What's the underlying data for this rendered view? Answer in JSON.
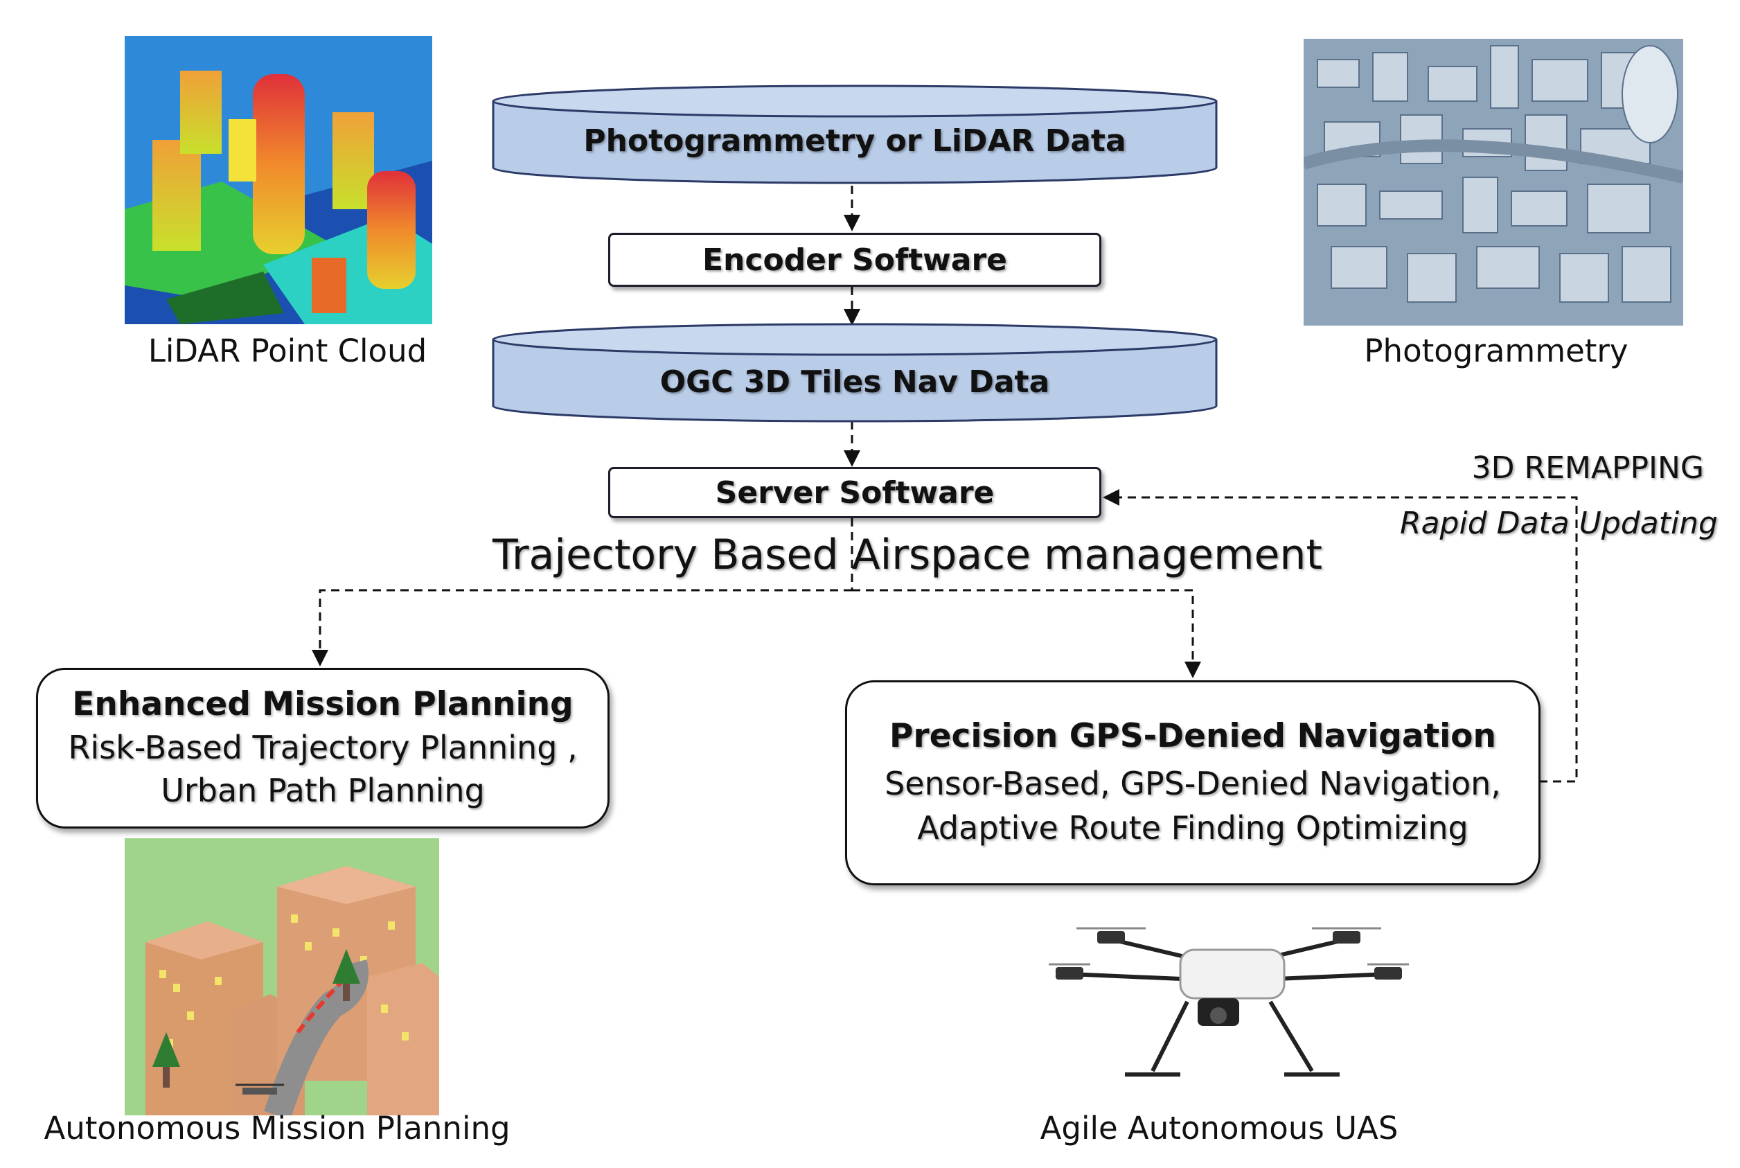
{
  "images": {
    "lidar_caption": "LiDAR Point Cloud",
    "photogrammetry_caption": "Photogrammetry",
    "mission_caption": "Autonomous Mission Planning",
    "uas_caption": "Agile Autonomous UAS"
  },
  "pipeline": {
    "source_data": "Photogrammetry or LiDAR Data",
    "encoder": "Encoder Software",
    "nav_data": "OGC 3D Tiles Nav Data",
    "server": "Server Software",
    "airspace_label": "Trajectory Based Airspace management"
  },
  "feedback": {
    "title": "3D REMAPPING",
    "subtitle": "Rapid Data Updating"
  },
  "mission_planning": {
    "title": "Enhanced Mission Planning",
    "line1": "Risk-Based Trajectory Planning ,",
    "line2": "Urban Path Planning"
  },
  "navigation": {
    "title": "Precision GPS-Denied Navigation",
    "line1": "Sensor-Based, GPS-Denied Navigation,",
    "line2": "Adaptive Route Finding Optimizing"
  },
  "colors": {
    "cylinder_fill": "#b9cde9",
    "cylinder_stroke": "#2b3a66"
  }
}
